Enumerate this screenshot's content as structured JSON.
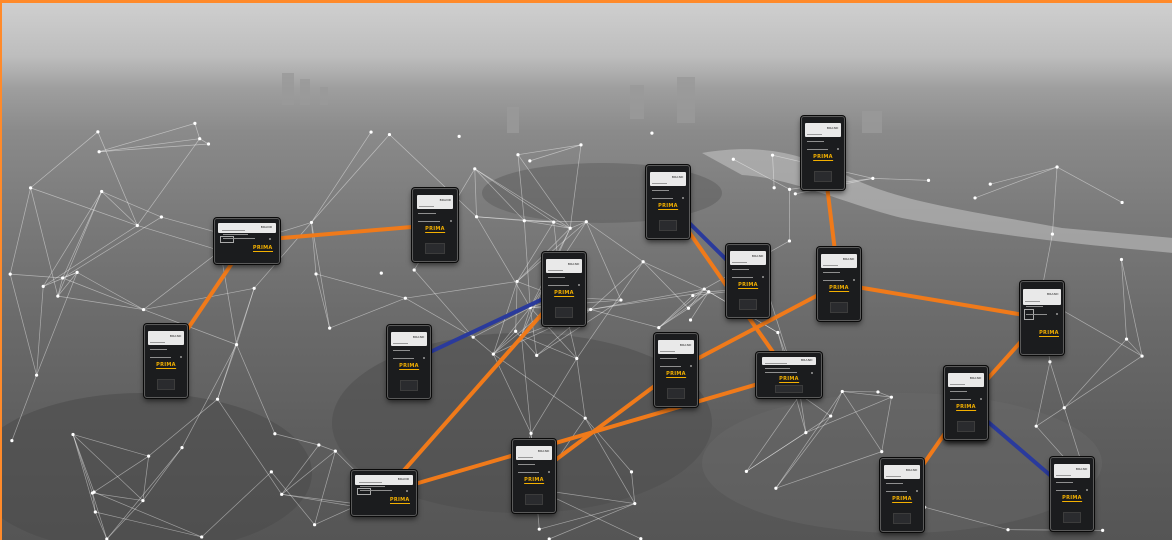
{
  "scene": {
    "frame_color": "#ff8a2a",
    "link_colors": {
      "orange": "#f07a1a",
      "blue": "#2a3a9c"
    }
  },
  "devices": [
    {
      "id": "d1",
      "orientation": "landscape",
      "brand": "BRAND",
      "logo": "PRIMA"
    },
    {
      "id": "d2",
      "orientation": "portrait",
      "brand": "BRAND",
      "logo": "PRIMA"
    },
    {
      "id": "d3",
      "orientation": "portrait",
      "brand": "BRAND",
      "logo": "PRIMA"
    },
    {
      "id": "d4",
      "orientation": "portrait",
      "brand": "BRAND",
      "logo": "PRIMA"
    },
    {
      "id": "d5",
      "orientation": "portrait",
      "brand": "BRAND",
      "logo": "PRIMA"
    },
    {
      "id": "d6",
      "orientation": "portrait",
      "brand": "BRAND",
      "logo": "PRIMA"
    },
    {
      "id": "d7",
      "orientation": "portrait",
      "brand": "BRAND",
      "logo": "PRIMA"
    },
    {
      "id": "d8",
      "orientation": "portrait",
      "brand": "BRAND",
      "logo": "PRIMA"
    },
    {
      "id": "d9",
      "orientation": "portrait",
      "brand": "BRAND",
      "logo": "PRIMA"
    },
    {
      "id": "d10",
      "orientation": "portrait",
      "brand": "BRAND",
      "logo": "PRIMA"
    },
    {
      "id": "d11",
      "orientation": "portrait",
      "brand": "BRAND",
      "logo": "PRIMA"
    },
    {
      "id": "d12",
      "orientation": "landscape",
      "brand": "BRAND",
      "logo": "PRIMA"
    },
    {
      "id": "d13",
      "orientation": "portrait",
      "brand": "BRAND",
      "logo": "PRIMA"
    },
    {
      "id": "d14",
      "orientation": "portrait",
      "brand": "BRAND",
      "logo": "PRIMA"
    },
    {
      "id": "d15",
      "orientation": "landscape",
      "brand": "BRAND",
      "logo": "PRIMA"
    },
    {
      "id": "d16",
      "orientation": "portrait",
      "brand": "BRAND",
      "logo": "PRIMA"
    },
    {
      "id": "d17",
      "orientation": "portrait",
      "brand": "BRAND",
      "logo": "PRIMA"
    },
    {
      "id": "d18",
      "orientation": "portrait",
      "brand": "BRAND",
      "logo": "PRIMA"
    }
  ],
  "links": [
    {
      "from": "d1",
      "to": "d2",
      "color": "orange"
    },
    {
      "from": "d1",
      "to": "d3",
      "color": "orange"
    },
    {
      "from": "d4",
      "to": "d5",
      "color": "blue"
    },
    {
      "from": "d4",
      "to": "d15",
      "color": "orange"
    },
    {
      "from": "d15",
      "to": "d16",
      "color": "orange"
    },
    {
      "from": "d16",
      "to": "d6",
      "color": "orange"
    },
    {
      "from": "d6",
      "to": "d8",
      "color": "blue"
    },
    {
      "from": "d9",
      "to": "d10",
      "color": "orange"
    },
    {
      "from": "d9",
      "to": "d7",
      "color": "orange"
    },
    {
      "from": "d10",
      "to": "d12",
      "color": "orange"
    },
    {
      "from": "d10",
      "to": "d11",
      "color": "orange"
    },
    {
      "from": "d12",
      "to": "d14",
      "color": "orange"
    },
    {
      "from": "d14",
      "to": "d13",
      "color": "orange"
    },
    {
      "from": "d14",
      "to": "d17",
      "color": "orange"
    },
    {
      "from": "d14",
      "to": "d18",
      "color": "blue"
    }
  ]
}
